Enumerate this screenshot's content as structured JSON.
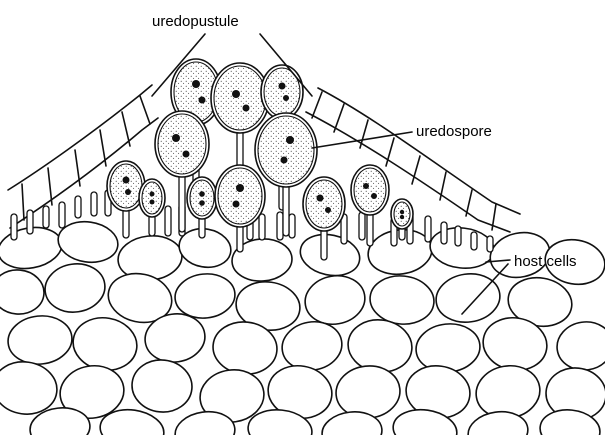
{
  "labels": {
    "uredopustule": "uredopustule",
    "uredospore": "uredospore",
    "host_cells": "host cells"
  }
}
